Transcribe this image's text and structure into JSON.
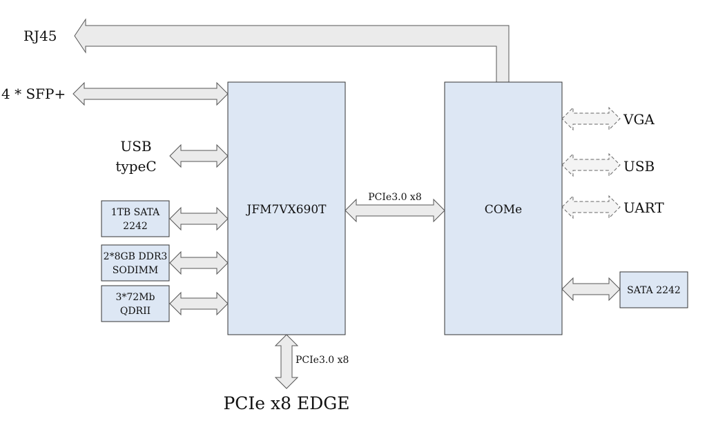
{
  "chips": {
    "fpga": "JFM7VX690T",
    "come": "COMe"
  },
  "left_io": {
    "rj45": "RJ45",
    "sfp": "4 * SFP+",
    "usb_line1": "USB",
    "usb_line2": "typeC"
  },
  "left_modules": [
    {
      "line1": "1TB SATA",
      "line2": "2242"
    },
    {
      "line1": "2*8GB DDR3",
      "line2": "SODIMM"
    },
    {
      "line1": "3*72Mb",
      "line2": "QDRII"
    }
  ],
  "links": {
    "fpga_come": "PCIe3.0 x8",
    "fpga_edge": "PCIe3.0 x8"
  },
  "edge": "PCIe x8 EDGE",
  "right_io": {
    "vga": "VGA",
    "usb": "USB",
    "uart": "UART",
    "sata": "SATA 2242"
  },
  "colors": {
    "block_fill": "#dde7f4",
    "arrow_fill": "#ebebeb",
    "outline": "#333333"
  }
}
